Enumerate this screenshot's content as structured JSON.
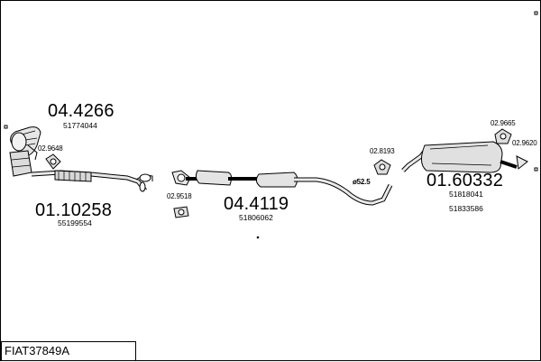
{
  "diagram": {
    "parts": [
      {
        "part_no": "04.4266",
        "oem": [
          "51774044"
        ]
      },
      {
        "part_no": "01.10258",
        "oem": [
          "55199554"
        ]
      },
      {
        "part_no": "04.4119",
        "oem": [
          "51806062"
        ]
      },
      {
        "part_no": "01.60332",
        "oem": [
          "51818041",
          "51833586"
        ]
      }
    ],
    "fittings": [
      "02.9648",
      "02.9518",
      "02.8193",
      "02.9665",
      "02.9620"
    ],
    "dimension": "ø52.5"
  },
  "footer": {
    "code": "FIAT37849A"
  }
}
